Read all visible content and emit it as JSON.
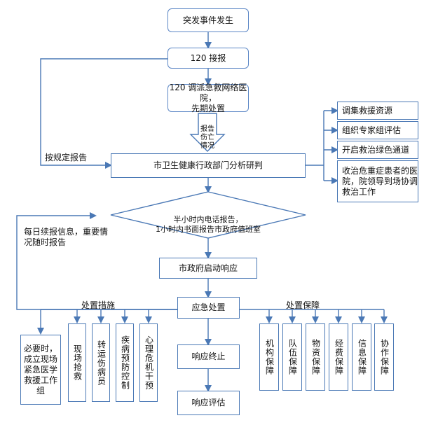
{
  "nodes": {
    "start": "突发事件发生",
    "report_120": "120 接报",
    "dispatch": "120 调派急救网络医院，\n先期处置",
    "report_casualty": "报告\n伤亡\n情况",
    "health_dept": "市卫生健康行政部门分析研判",
    "decision": "半小时内电话报告，\n1小时内书面报告市政府值班室",
    "city_response": "市政府启动响应",
    "emergency": "应急处置",
    "end_response": "响应终止",
    "evaluate": "响应评估"
  },
  "right_actions": [
    "调集救援资源",
    "组织专家组评估",
    "开启救治绿色通道",
    "收治危重症患者的医院，院领导到场协调救治工作"
  ],
  "labels": {
    "report_rule": "按规定报告",
    "daily_report": "每日续报信息，重要情况随时报告",
    "measures": "处置措施",
    "guarantee": "处置保障"
  },
  "left_group": {
    "main": "必要时，成立现场紧急医学救援工作组",
    "items": [
      "现场抢救",
      "转运伤病员",
      "疾病预防控制",
      "心理危机干预"
    ]
  },
  "right_group": {
    "items": [
      "机构保障",
      "队伍保障",
      "物资保障",
      "经费保障",
      "信息保障",
      "协作保障"
    ]
  }
}
